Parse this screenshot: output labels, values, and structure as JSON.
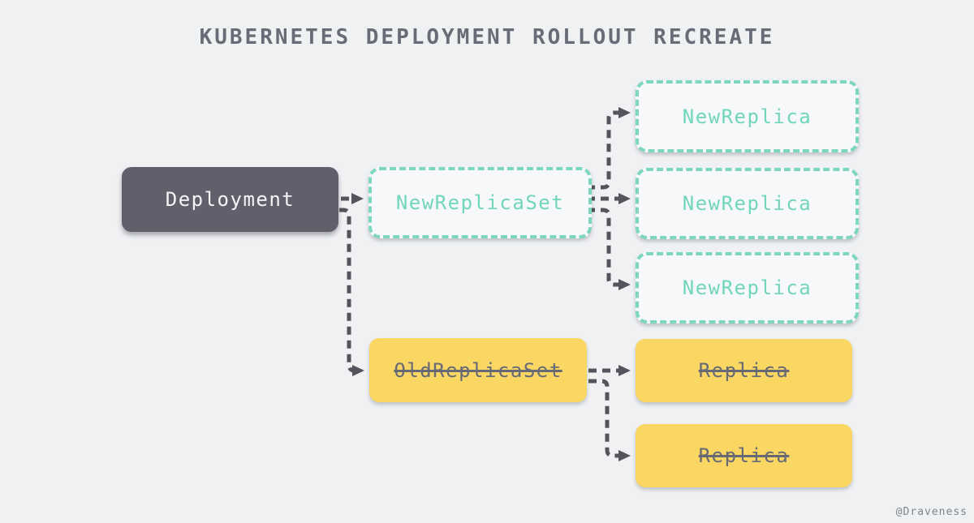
{
  "page": {
    "title": "KUBERNETES DEPLOYMENT ROLLOUT RECREATE",
    "watermark": "@Draveness"
  },
  "colors": {
    "background": "#eff1f3",
    "deployment_fill": "#615f6b",
    "deployment_text": "#f4f4f6",
    "new_accent_teal": "#72d6b8",
    "new_border_teal": "#7dd7be",
    "new_node_bg": "#f6f8f9",
    "old_fill_yellow": "#fad763",
    "old_text_gray": "#676a74",
    "connector_gray": "#54555c",
    "title_gray": "#696c76"
  },
  "nodes": {
    "deployment": {
      "label": "Deployment",
      "style": "solid-dark"
    },
    "new_replica_set": {
      "label": "NewReplicaSet",
      "style": "teal-dashed"
    },
    "new_replica_1": {
      "label": "NewReplica",
      "style": "teal-dashed"
    },
    "new_replica_2": {
      "label": "NewReplica",
      "style": "teal-dashed"
    },
    "new_replica_3": {
      "label": "NewReplica",
      "style": "teal-dashed"
    },
    "old_replica_set": {
      "label": "OldReplicaSet",
      "style": "yellow-strikethrough"
    },
    "old_replica_1": {
      "label": "Replica",
      "style": "yellow-strikethrough"
    },
    "old_replica_2": {
      "label": "Replica",
      "style": "yellow-strikethrough"
    }
  },
  "edges": [
    {
      "from": "deployment",
      "to": "new_replica_set"
    },
    {
      "from": "deployment",
      "to": "old_replica_set"
    },
    {
      "from": "new_replica_set",
      "to": "new_replica_1"
    },
    {
      "from": "new_replica_set",
      "to": "new_replica_2"
    },
    {
      "from": "new_replica_set",
      "to": "new_replica_3"
    },
    {
      "from": "old_replica_set",
      "to": "old_replica_1"
    },
    {
      "from": "old_replica_set",
      "to": "old_replica_2"
    }
  ]
}
